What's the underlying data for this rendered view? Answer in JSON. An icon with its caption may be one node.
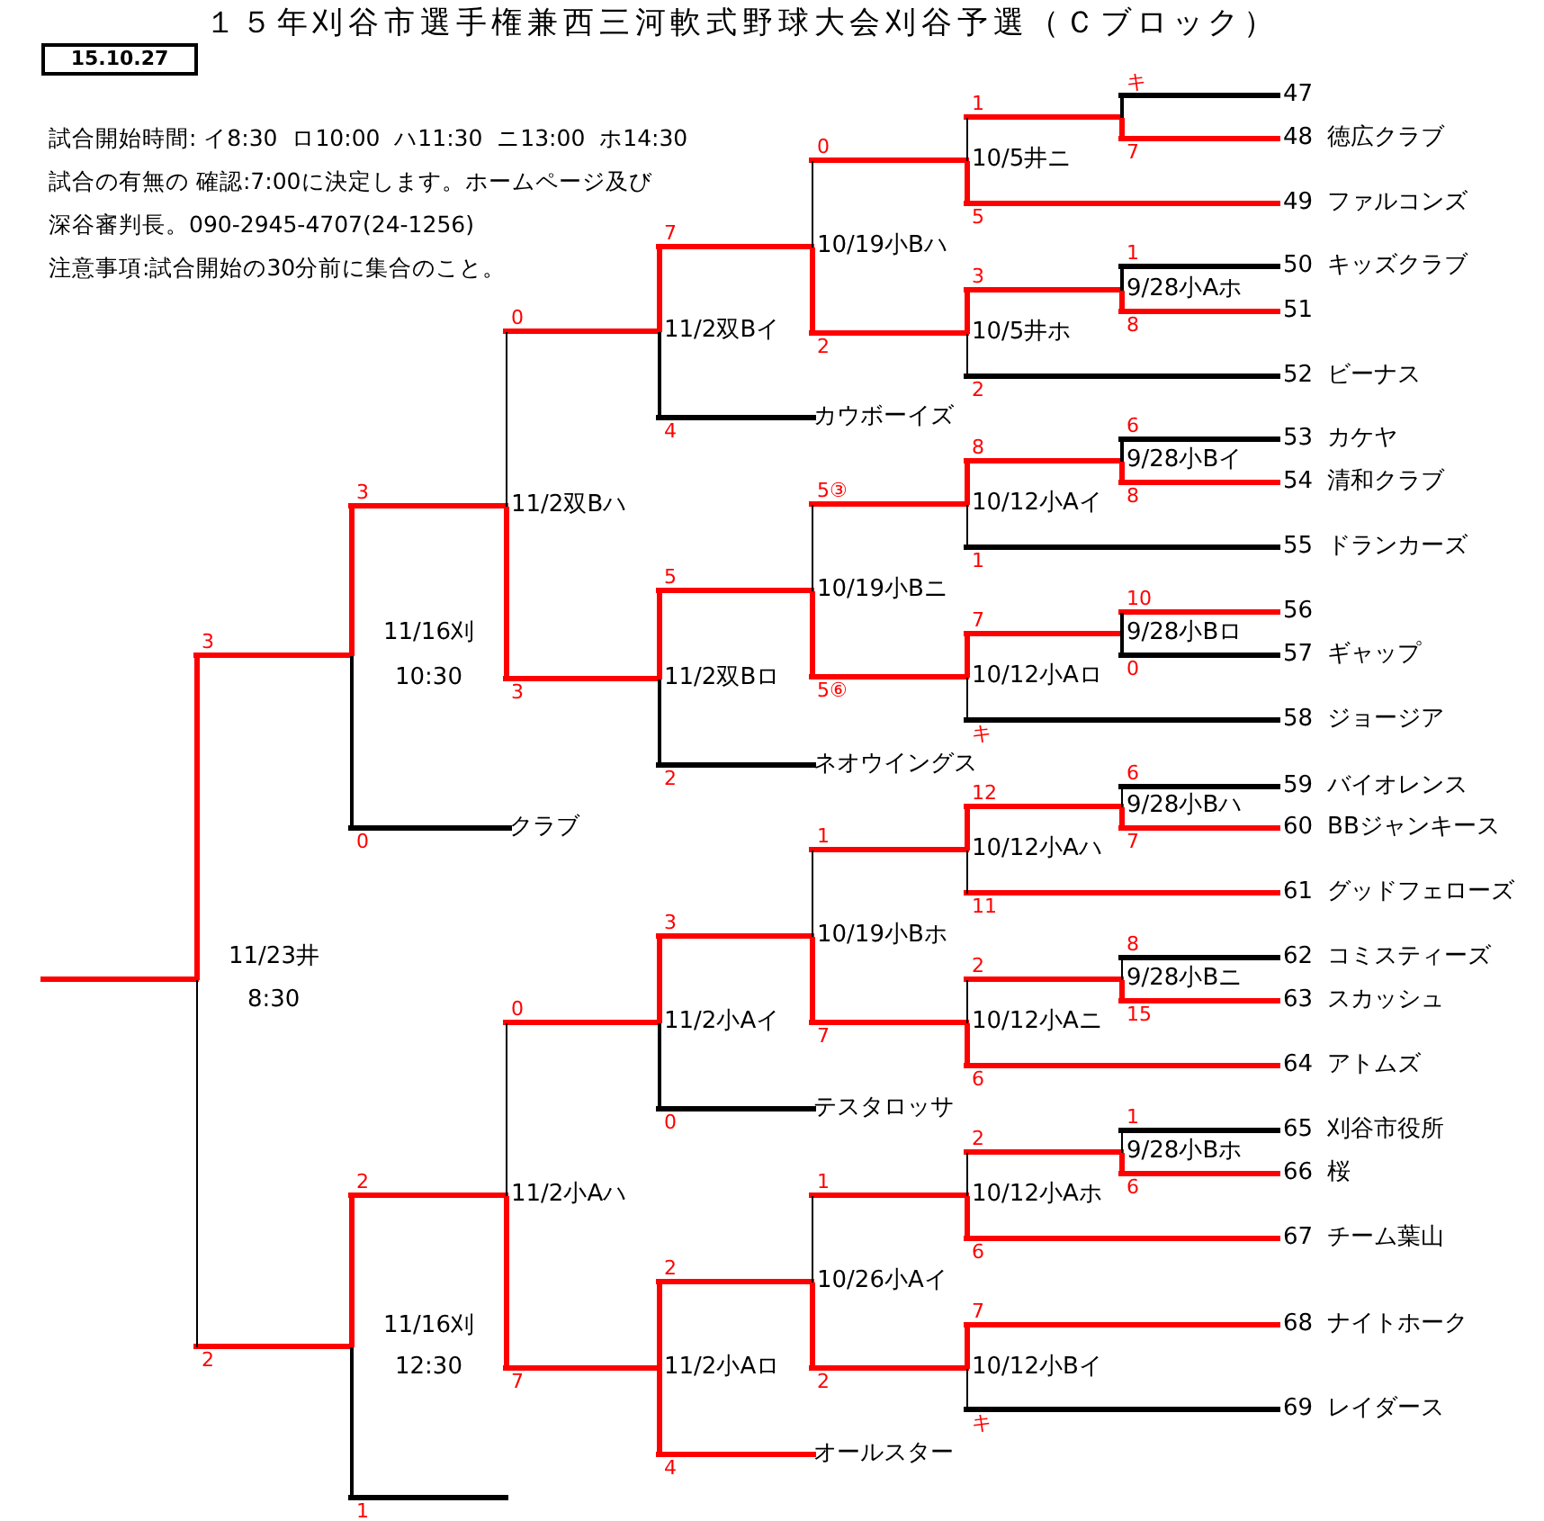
{
  "diagram": {
    "title": "１５年刈谷市選手権兼西三河軟式野球大会刈谷予選（Ｃブロック）",
    "nodes": [
      {
        "text": [
          "47"
        ]
      },
      {
        "text": [
          "48",
          "徳広クラブ"
        ]
      },
      {
        "text": [
          "49",
          "ファルコンズ"
        ]
      },
      {
        "text": [
          "50",
          "キッズクラブ"
        ]
      },
      {
        "text": [
          "51"
        ]
      },
      {
        "text": [
          "52",
          "ビーナス"
        ]
      },
      {
        "text": [
          "53",
          "カケヤ"
        ]
      },
      {
        "text": [
          "54",
          "清和クラブ"
        ]
      },
      {
        "text": [
          "55",
          "ドランカーズ"
        ]
      },
      {
        "text": [
          "56"
        ]
      },
      {
        "text": [
          "57",
          "ギャップ"
        ]
      },
      {
        "text": [
          "58",
          "ジョージア"
        ]
      },
      {
        "text": [
          "59",
          "バイオレンス"
        ]
      },
      {
        "text": [
          "60",
          "BBジャンキース"
        ]
      },
      {
        "text": [
          "61",
          "グッドフェローズ"
        ]
      },
      {
        "text": [
          "62",
          "コミスティーズ"
        ]
      },
      {
        "text": [
          "63",
          "スカッシュ"
        ]
      },
      {
        "text": [
          "64",
          "アトムズ"
        ]
      },
      {
        "text": [
          "65",
          "刈谷市役所"
        ]
      },
      {
        "text": [
          "66",
          "桜"
        ]
      },
      {
        "text": [
          "67",
          "チーム葉山"
        ]
      },
      {
        "text": [
          "68",
          "ナイトホーク"
        ]
      },
      {
        "text": [
          "69",
          "レイダース"
        ]
      },
      {
        "text": [
          "カウボーイズ"
        ]
      },
      {
        "text": [
          "ネオウイングス"
        ]
      },
      {
        "text": [
          "クラブ"
        ]
      },
      {
        "text": [
          "テスタロッサ"
        ]
      },
      {
        "text": [
          "オールスター"
        ]
      },
      {
        "text": [],
        "shape": "bar"
      },
      {
        "text": [
          "9/28小Aホ"
        ]
      },
      {
        "text": [
          "9/28小Bイ"
        ]
      },
      {
        "text": [
          "9/28小Bロ"
        ]
      },
      {
        "text": [
          "9/28小Bハ"
        ]
      },
      {
        "text": [
          "9/28小Bニ"
        ]
      },
      {
        "text": [
          "9/28小Bホ"
        ]
      },
      {
        "text": [
          "10/5井ニ"
        ]
      },
      {
        "text": [
          "10/5井ホ"
        ]
      },
      {
        "text": [
          "10/12小Aイ"
        ]
      },
      {
        "text": [
          "10/12小Aロ"
        ]
      },
      {
        "text": [
          "10/12小Aハ"
        ]
      },
      {
        "text": [
          "10/12小Aニ"
        ]
      },
      {
        "text": [
          "10/12小Aホ"
        ]
      },
      {
        "text": [
          "10/12小Bイ"
        ]
      },
      {
        "text": [
          "10/19小Bハ"
        ]
      },
      {
        "text": [
          "10/19小Bニ"
        ]
      },
      {
        "text": [
          "10/19小Bホ"
        ]
      },
      {
        "text": [
          "10/26小Aイ"
        ]
      },
      {
        "text": [
          "11/2双Bイ"
        ]
      },
      {
        "text": [
          "11/2双Bロ"
        ]
      },
      {
        "text": [
          "11/2小Aイ"
        ]
      },
      {
        "text": [
          "11/2小Aロ"
        ]
      },
      {
        "text": [
          "11/2双Bハ"
        ]
      },
      {
        "text": [
          "11/2小Aハ"
        ]
      },
      {
        "text": [
          "11/16刈",
          "10:30"
        ]
      },
      {
        "text": [
          "11/16刈",
          "12:30"
        ]
      },
      {
        "text": [
          "11/23井",
          "8:30"
        ]
      }
    ],
    "edges": [
      {
        "from": 0,
        "to": 28,
        "arrow": "none",
        "label": "キ",
        "color": "#000000"
      },
      {
        "from": 1,
        "to": 28,
        "arrow": "none",
        "label": "7"
      },
      {
        "from": 3,
        "to": 29,
        "arrow": "none",
        "label": "1",
        "color": "#000000"
      },
      {
        "from": 4,
        "to": 29,
        "arrow": "none",
        "label": "8"
      },
      {
        "from": 6,
        "to": 30,
        "arrow": "none",
        "label": "6",
        "color": "#000000"
      },
      {
        "from": 7,
        "to": 30,
        "arrow": "none",
        "label": "8"
      },
      {
        "from": 9,
        "to": 31,
        "arrow": "none",
        "label": "10"
      },
      {
        "from": 10,
        "to": 31,
        "arrow": "none",
        "label": "0",
        "color": "#000000"
      },
      {
        "from": 12,
        "to": 32,
        "arrow": "none",
        "label": "6",
        "color": "#000000"
      },
      {
        "from": 13,
        "to": 32,
        "arrow": "none",
        "label": "7"
      },
      {
        "from": 15,
        "to": 33,
        "arrow": "none",
        "label": "8",
        "color": "#000000"
      },
      {
        "from": 16,
        "to": 33,
        "arrow": "none",
        "label": "15"
      },
      {
        "from": 18,
        "to": 34,
        "arrow": "none",
        "label": "1",
        "color": "#000000"
      },
      {
        "from": 19,
        "to": 34,
        "arrow": "none",
        "label": "6"
      },
      {
        "from": 28,
        "to": 35,
        "arrow": "none",
        "label": "1"
      },
      {
        "from": 2,
        "to": 35,
        "arrow": "none",
        "label": "5"
      },
      {
        "from": 29,
        "to": 36,
        "arrow": "none",
        "label": "3"
      },
      {
        "from": 5,
        "to": 36,
        "arrow": "none",
        "label": "2",
        "color": "#000000"
      },
      {
        "from": 30,
        "to": 37,
        "arrow": "none",
        "label": "8"
      },
      {
        "from": 8,
        "to": 37,
        "arrow": "none",
        "label": "1",
        "color": "#000000"
      },
      {
        "from": 31,
        "to": 38,
        "arrow": "none",
        "label": "7"
      },
      {
        "from": 11,
        "to": 38,
        "arrow": "none",
        "label": "キ",
        "color": "#000000"
      },
      {
        "from": 32,
        "to": 39,
        "arrow": "none",
        "label": "12"
      },
      {
        "from": 14,
        "to": 39,
        "arrow": "none",
        "label": "11"
      },
      {
        "from": 33,
        "to": 40,
        "arrow": "none",
        "label": "2"
      },
      {
        "from": 17,
        "to": 40,
        "arrow": "none",
        "label": "6"
      },
      {
        "from": 34,
        "to": 41,
        "arrow": "none",
        "label": "2"
      },
      {
        "from": 20,
        "to": 41,
        "arrow": "none",
        "label": "6"
      },
      {
        "from": 21,
        "to": 42,
        "arrow": "none",
        "label": "7"
      },
      {
        "from": 22,
        "to": 42,
        "arrow": "none",
        "label": "キ",
        "color": "#000000"
      },
      {
        "from": 35,
        "to": 43,
        "arrow": "none",
        "label": "0"
      },
      {
        "from": 36,
        "to": 43,
        "arrow": "none",
        "label": "2"
      },
      {
        "from": 37,
        "to": 44,
        "arrow": "none",
        "label": "5③"
      },
      {
        "from": 38,
        "to": 44,
        "arrow": "none",
        "label": "5⑥"
      },
      {
        "from": 39,
        "to": 45,
        "arrow": "none",
        "label": "1"
      },
      {
        "from": 40,
        "to": 45,
        "arrow": "none",
        "label": "7"
      },
      {
        "from": 41,
        "to": 46,
        "arrow": "none",
        "label": "1"
      },
      {
        "from": 42,
        "to": 46,
        "arrow": "none",
        "label": "2"
      },
      {
        "from": 43,
        "to": 47,
        "arrow": "none",
        "label": "7"
      },
      {
        "from": 23,
        "to": 47,
        "arrow": "none",
        "label": "4",
        "color": "#000000"
      },
      {
        "from": 44,
        "to": 48,
        "arrow": "none",
        "label": "5"
      },
      {
        "from": 24,
        "to": 48,
        "arrow": "none",
        "label": "2",
        "color": "#000000"
      },
      {
        "from": 45,
        "to": 49,
        "arrow": "none",
        "label": "3"
      },
      {
        "from": 26,
        "to": 49,
        "arrow": "none",
        "label": "0",
        "color": "#000000"
      },
      {
        "from": 46,
        "to": 50,
        "arrow": "none",
        "label": "2"
      },
      {
        "from": 27,
        "to": 50,
        "arrow": "none",
        "label": "4"
      },
      {
        "from": 47,
        "to": 51,
        "arrow": "none",
        "label": "0"
      },
      {
        "from": 48,
        "to": 51,
        "arrow": "none",
        "label": "3"
      },
      {
        "from": 49,
        "to": 52,
        "arrow": "none",
        "label": "0"
      },
      {
        "from": 50,
        "to": 52,
        "arrow": "none",
        "label": "7"
      },
      {
        "from": 51,
        "to": 53,
        "arrow": "none",
        "label": "3"
      },
      {
        "from": 25,
        "to": 53,
        "arrow": "none",
        "label": "0",
        "color": "#000000"
      },
      {
        "from": 52,
        "to": 54,
        "arrow": "none",
        "label": "2"
      },
      {
        "from": null,
        "to": 54,
        "arrow": "none",
        "label": "1",
        "color": "#000000"
      },
      {
        "from": 53,
        "to": 55,
        "arrow": "none",
        "label": "3"
      },
      {
        "from": 54,
        "to": 55,
        "arrow": "none",
        "label": "2"
      },
      {
        "from": 55,
        "to": null,
        "arrow": "none"
      }
    ],
    "labels": [
      "15.10.27",
      "試合開始時間: イ8:30  ロ10:00  ハ11:30  ニ13:00  ホ14:30",
      "試合の有無の 確認:7:00に決定します。ホームページ及び",
      "深谷審判長。090-2945-4707(24-1256)",
      "注意事項:試合開始の30分前に集合のこと。"
    ]
  }
}
